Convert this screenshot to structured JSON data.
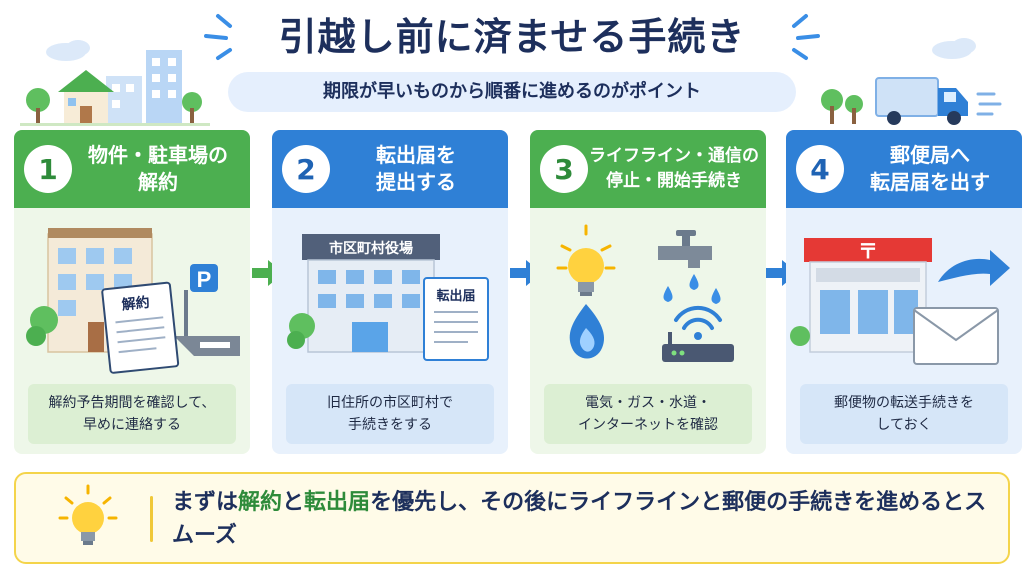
{
  "title": "引越し前に済ませる手続き",
  "subtitle": "期限が早いものから順番に進めるのがポイント",
  "steps": [
    {
      "number": "1",
      "title": "物件・駐車場の\n解約",
      "note": "解約予告期間を確認して、\n早めに連絡する",
      "doc_label": "解約",
      "sign_label": "P"
    },
    {
      "number": "2",
      "title": "転出届を\n提出する",
      "note": "旧住所の市区町村で\n手続きをする",
      "building_label": "市区町村役場",
      "doc_label": "転出届"
    },
    {
      "number": "3",
      "title": "ライフライン・通信の\n停止・開始手続き",
      "note": "電気・ガス・水道・\nインターネットを確認"
    },
    {
      "number": "4",
      "title": "郵便局へ\n転居届を出す",
      "note": "郵便物の転送手続きを\nしておく",
      "sign_label": "〒"
    }
  ],
  "footer": {
    "parts": [
      {
        "text": "まずは",
        "hl": false
      },
      {
        "text": "解約",
        "hl": true
      },
      {
        "text": "と",
        "hl": false
      },
      {
        "text": "転出届",
        "hl": true
      },
      {
        "text": "を優先し、その後にライフラインと郵便の手続きを進めるとスムーズ",
        "hl": false
      }
    ]
  },
  "colors": {
    "green": "#4caf50",
    "blue": "#2f80d6",
    "title": "#1d2f5c",
    "highlight": "#2e8b3a",
    "footer_border": "#f4d44a"
  }
}
